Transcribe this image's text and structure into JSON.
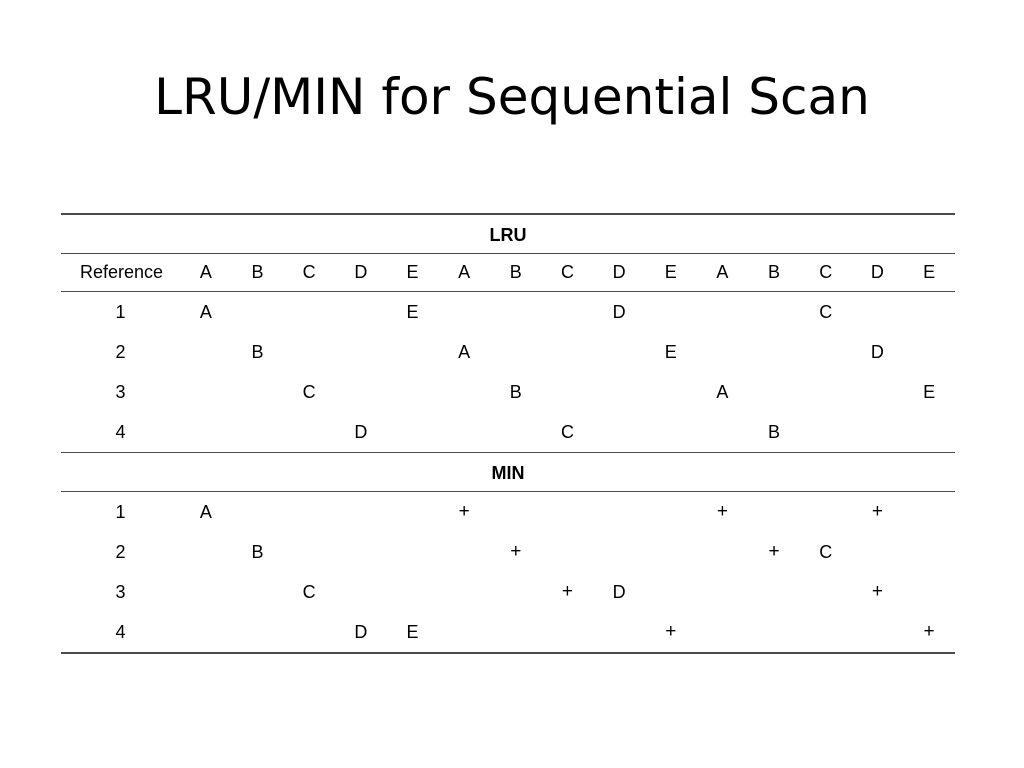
{
  "title": "LRU/MIN for Sequential Scan",
  "table": {
    "lru_label": "LRU",
    "min_label": "MIN",
    "reference_label": "Reference",
    "references": [
      "A",
      "B",
      "C",
      "D",
      "E",
      "A",
      "B",
      "C",
      "D",
      "E",
      "A",
      "B",
      "C",
      "D",
      "E"
    ],
    "lru_rows": [
      {
        "slot": "1",
        "cells": [
          "A",
          "",
          "",
          "",
          "E",
          "",
          "",
          "",
          "D",
          "",
          "",
          "",
          "C",
          "",
          ""
        ]
      },
      {
        "slot": "2",
        "cells": [
          "",
          "B",
          "",
          "",
          "",
          "A",
          "",
          "",
          "",
          "E",
          "",
          "",
          "",
          "D",
          ""
        ]
      },
      {
        "slot": "3",
        "cells": [
          "",
          "",
          "C",
          "",
          "",
          "",
          "B",
          "",
          "",
          "",
          "A",
          "",
          "",
          "",
          "E"
        ]
      },
      {
        "slot": "4",
        "cells": [
          "",
          "",
          "",
          "D",
          "",
          "",
          "",
          "C",
          "",
          "",
          "",
          "B",
          "",
          "",
          ""
        ]
      }
    ],
    "min_rows": [
      {
        "slot": "1",
        "cells": [
          "A",
          "",
          "",
          "",
          "",
          "+",
          "",
          "",
          "",
          "",
          "+",
          "",
          "",
          "+",
          ""
        ]
      },
      {
        "slot": "2",
        "cells": [
          "",
          "B",
          "",
          "",
          "",
          "",
          "+",
          "",
          "",
          "",
          "",
          "+",
          "C",
          "",
          ""
        ]
      },
      {
        "slot": "3",
        "cells": [
          "",
          "",
          "C",
          "",
          "",
          "",
          "",
          "+",
          "D",
          "",
          "",
          "",
          "",
          "+",
          ""
        ]
      },
      {
        "slot": "4",
        "cells": [
          "",
          "",
          "",
          "D",
          "E",
          "",
          "",
          "",
          "",
          "+",
          "",
          "",
          "",
          "",
          "+"
        ]
      }
    ]
  }
}
